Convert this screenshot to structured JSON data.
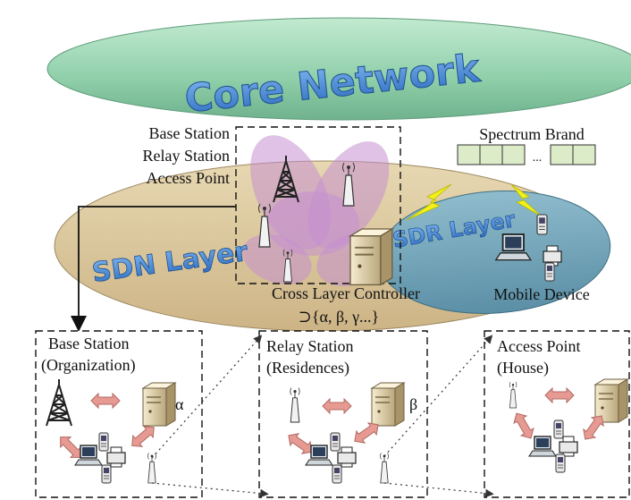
{
  "core_network": {
    "title": "Core Network"
  },
  "sdn_layer": {
    "title": "SDN Layer"
  },
  "sdr_layer": {
    "title": "SDR Layer"
  },
  "stations_label": [
    "Base Station",
    "Relay Station",
    "Access Point"
  ],
  "spectrum": {
    "title": "Spectrum Brand",
    "ellipsis": "..."
  },
  "controller": {
    "label": "Cross Layer Controller",
    "params": "⊃{α, β, γ...}"
  },
  "mobile_device": {
    "label": "Mobile Device"
  },
  "panels": [
    {
      "line1": "Base Station",
      "line2": "(Organization)",
      "symbol": "α"
    },
    {
      "line1": "Relay Station",
      "line2": "(Residences)",
      "symbol": "β"
    },
    {
      "line1": "Access Point",
      "line2": "(House)",
      "symbol": ""
    }
  ],
  "colors": {
    "core_fill": "#8fcfaa",
    "sdn_fill": "#dcc9a0",
    "sdr_fill": "#6fa3b8",
    "petal_fill": "#c48fd0",
    "title_fill": "#3d7fd1",
    "spectrum_fill": "#dcebc8",
    "lightning": "#f2f21a",
    "arrow_pink": "#e69a92"
  },
  "icons": [
    "tower-icon",
    "antenna-icon",
    "server-icon",
    "phone-icon",
    "laptop-icon",
    "printer-icon",
    "lightning-icon"
  ]
}
